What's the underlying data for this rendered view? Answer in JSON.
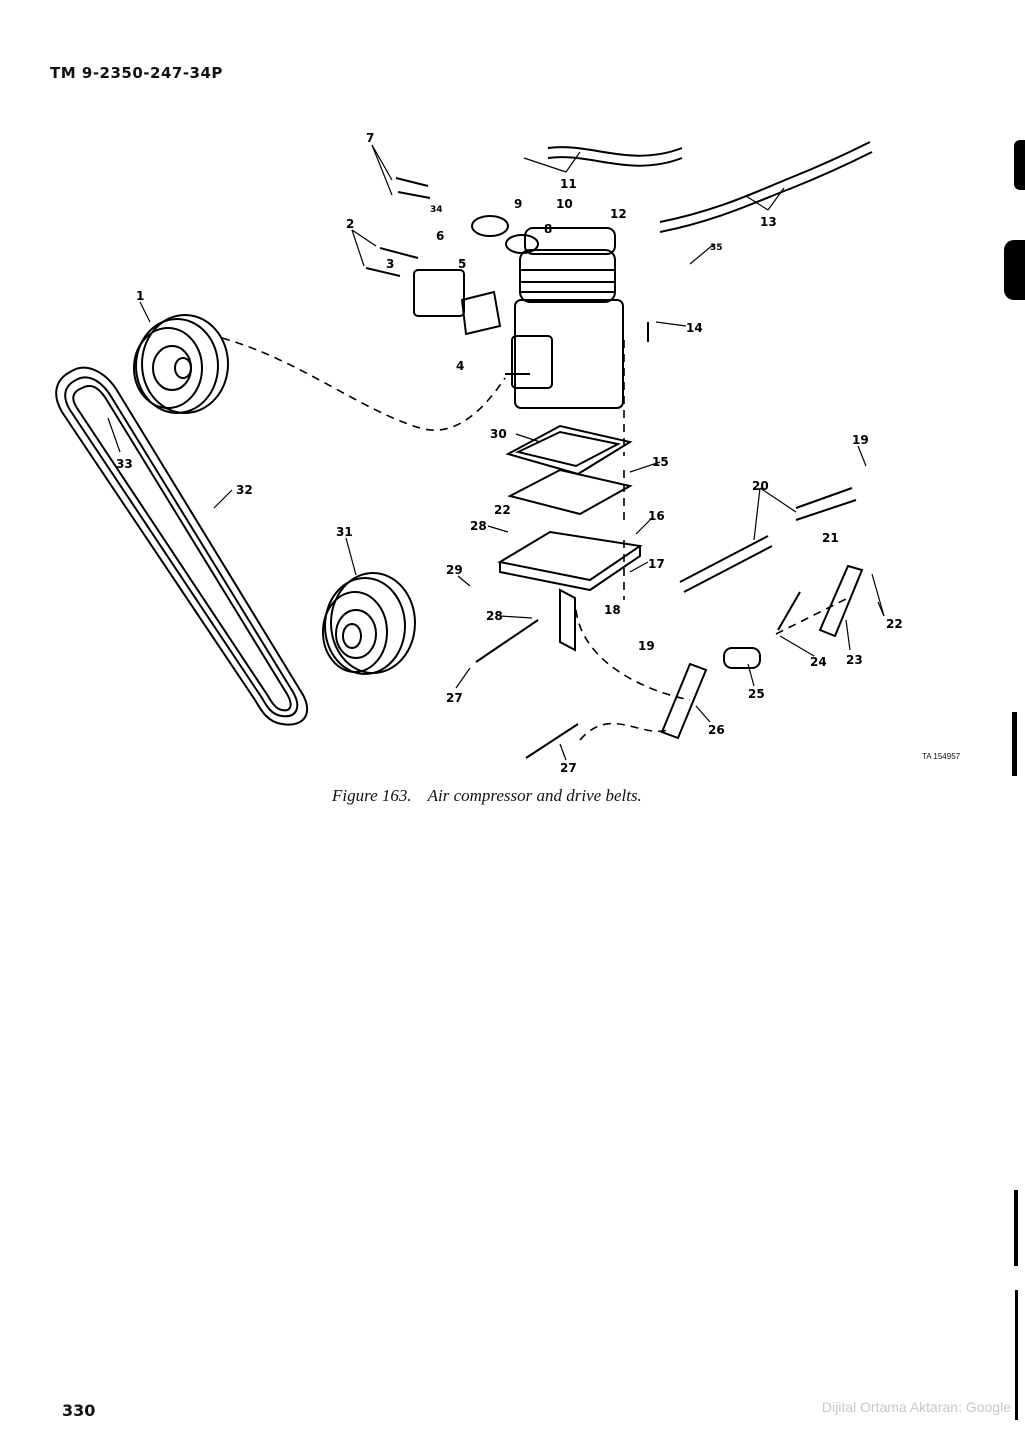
{
  "header": {
    "document_id": "TM 9-2350-247-34P"
  },
  "figure": {
    "number": "Figure 163.",
    "title": "Air compressor and drive belts.",
    "ta_reference": "TA 154957",
    "callouts": [
      "1",
      "2",
      "3",
      "4",
      "5",
      "6",
      "7",
      "8",
      "9",
      "10",
      "11",
      "12",
      "13",
      "14",
      "15",
      "16",
      "17",
      "18",
      "19",
      "20",
      "21",
      "22",
      "23",
      "24",
      "25",
      "26",
      "27",
      "28",
      "29",
      "30",
      "31",
      "32",
      "33",
      "34",
      "35"
    ]
  },
  "footer": {
    "page_number": "330",
    "watermark": "Dijital Ortama Aktaran: Google"
  }
}
